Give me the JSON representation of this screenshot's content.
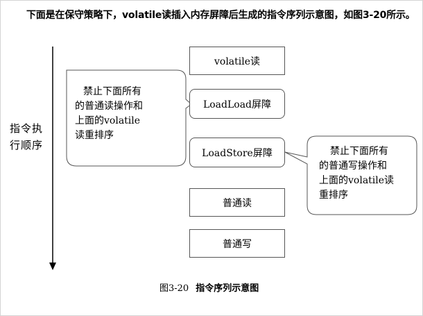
{
  "headline": "下面是在保守策略下，volatile读插入内存屏障后生成的指令序列示意图，如图3-20所示。",
  "side_label": [
    "指令执",
    "行顺序"
  ],
  "boxes": {
    "volatile_read": "volatile读",
    "loadload": "LoadLoad屏障",
    "loadstore": "LoadStore屏障",
    "normal_read": "普通读",
    "normal_write": "普通写"
  },
  "callouts": {
    "left": [
      "禁止下面所有",
      "的普通读操作和",
      "上面的volatile",
      "读重排序"
    ],
    "right": [
      "禁止下面所有",
      "的普通写操作和",
      "上面的volatile读",
      "重排序"
    ]
  },
  "caption": {
    "figure_number": "图3-20",
    "title": "指令序列示意图"
  }
}
